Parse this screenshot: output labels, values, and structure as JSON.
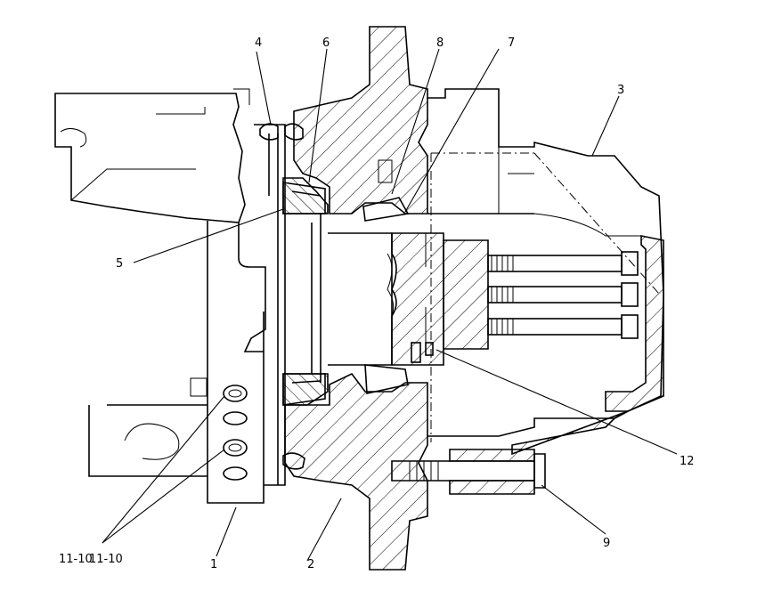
{
  "callouts": {
    "c1": "1",
    "c2": "2",
    "c3": "3",
    "c4": "4",
    "c5": "5",
    "c6": "6",
    "c7": "7",
    "c8": "8",
    "c9": "9",
    "c12": "12",
    "c11a": "11-10",
    "c11b": "11-10"
  }
}
